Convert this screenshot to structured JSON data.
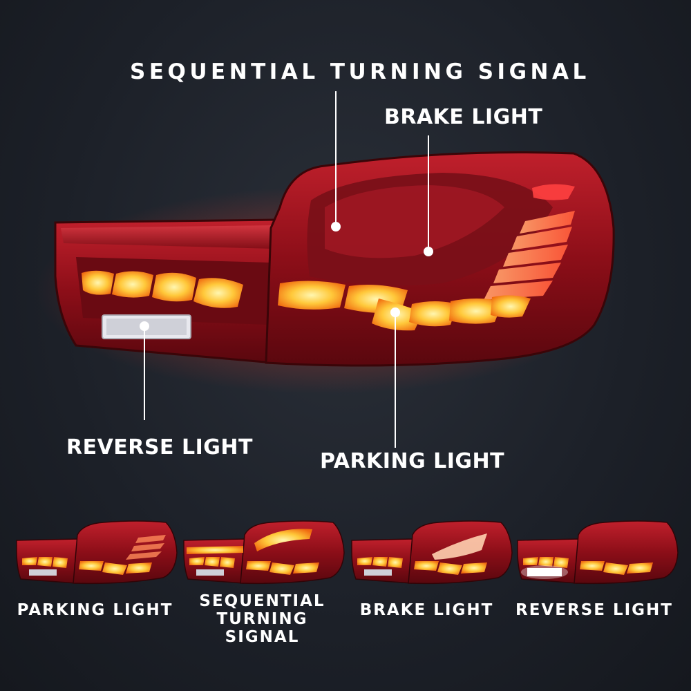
{
  "callouts": {
    "sequential_turning_signal": "SEQUENTIAL TURNING SIGNAL",
    "brake_light": "BRAKE LIGHT",
    "reverse_light": "REVERSE LIGHT",
    "parking_light": "PARKING LIGHT"
  },
  "modes": [
    {
      "label": "PARKING LIGHT"
    },
    {
      "label": "SEQUENTIAL TURNING SIGNAL"
    },
    {
      "label": "BRAKE LIGHT"
    },
    {
      "label": "REVERSE LIGHT"
    }
  ],
  "colors": {
    "background": "#1c2028",
    "housing_red": "#a8121e",
    "led_amber": "#ffb81c",
    "led_core": "#fff2a0",
    "reverse_white": "#f2f2f2"
  }
}
